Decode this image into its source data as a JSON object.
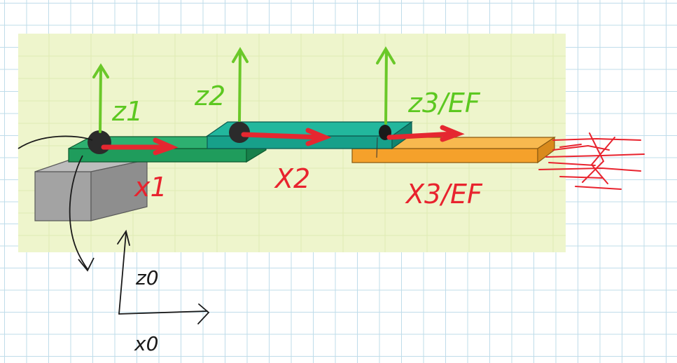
{
  "labels": {
    "z1": "z1",
    "z2": "z2",
    "z3": "z3/EF",
    "x1": "x1",
    "x2": "X2",
    "x3": "X3/EF",
    "z0": "z0",
    "x0": "x0"
  },
  "colors": {
    "panel": "#eef5cc",
    "link1": "#1f9c5c",
    "link2": "#17a08a",
    "link3": "#f5a12b",
    "base": "#a3a3a3",
    "axis_z": "#6ac829",
    "axis_x": "#e52730",
    "ink_red": "#e8232e",
    "ink_black": "#1a1a1a"
  }
}
